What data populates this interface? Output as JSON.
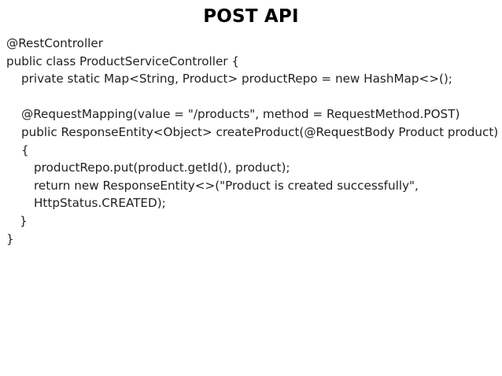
{
  "slide": {
    "title": "POST API",
    "background_color": "#ffffff",
    "title_color": "#000000",
    "code_color": "#231f20",
    "language": "java"
  },
  "code": {
    "lines": [
      {
        "id": "line-rest-controller",
        "indent": 0,
        "text": "@RestController"
      },
      {
        "id": "line-class-decl",
        "indent": 0,
        "text": "public class ProductServiceController {"
      },
      {
        "id": "line-product-repo-field",
        "indent": 1,
        "text": "private static Map<String, Product> productRepo = new HashMap<>();"
      },
      {
        "id": "line-blank-1",
        "indent": 1,
        "text": ""
      },
      {
        "id": "line-request-mapping",
        "indent": 1,
        "text": "@RequestMapping(value = \"/products\", method = RequestMethod.POST)"
      },
      {
        "id": "line-create-product-sig",
        "indent": 1,
        "text": "public ResponseEntity<Object> createProduct(@RequestBody Product product) {"
      },
      {
        "id": "line-repo-put",
        "indent": 2,
        "text": "productRepo.put(product.getId(), product);"
      },
      {
        "id": "line-return-response",
        "indent": 2,
        "text": "return new ResponseEntity<>(\"Product is created successfully\", HttpStatus.CREATED);"
      },
      {
        "id": "line-close-method",
        "indent": 1,
        "text": "}"
      },
      {
        "id": "line-close-class",
        "indent": 0,
        "text": "}"
      }
    ]
  }
}
